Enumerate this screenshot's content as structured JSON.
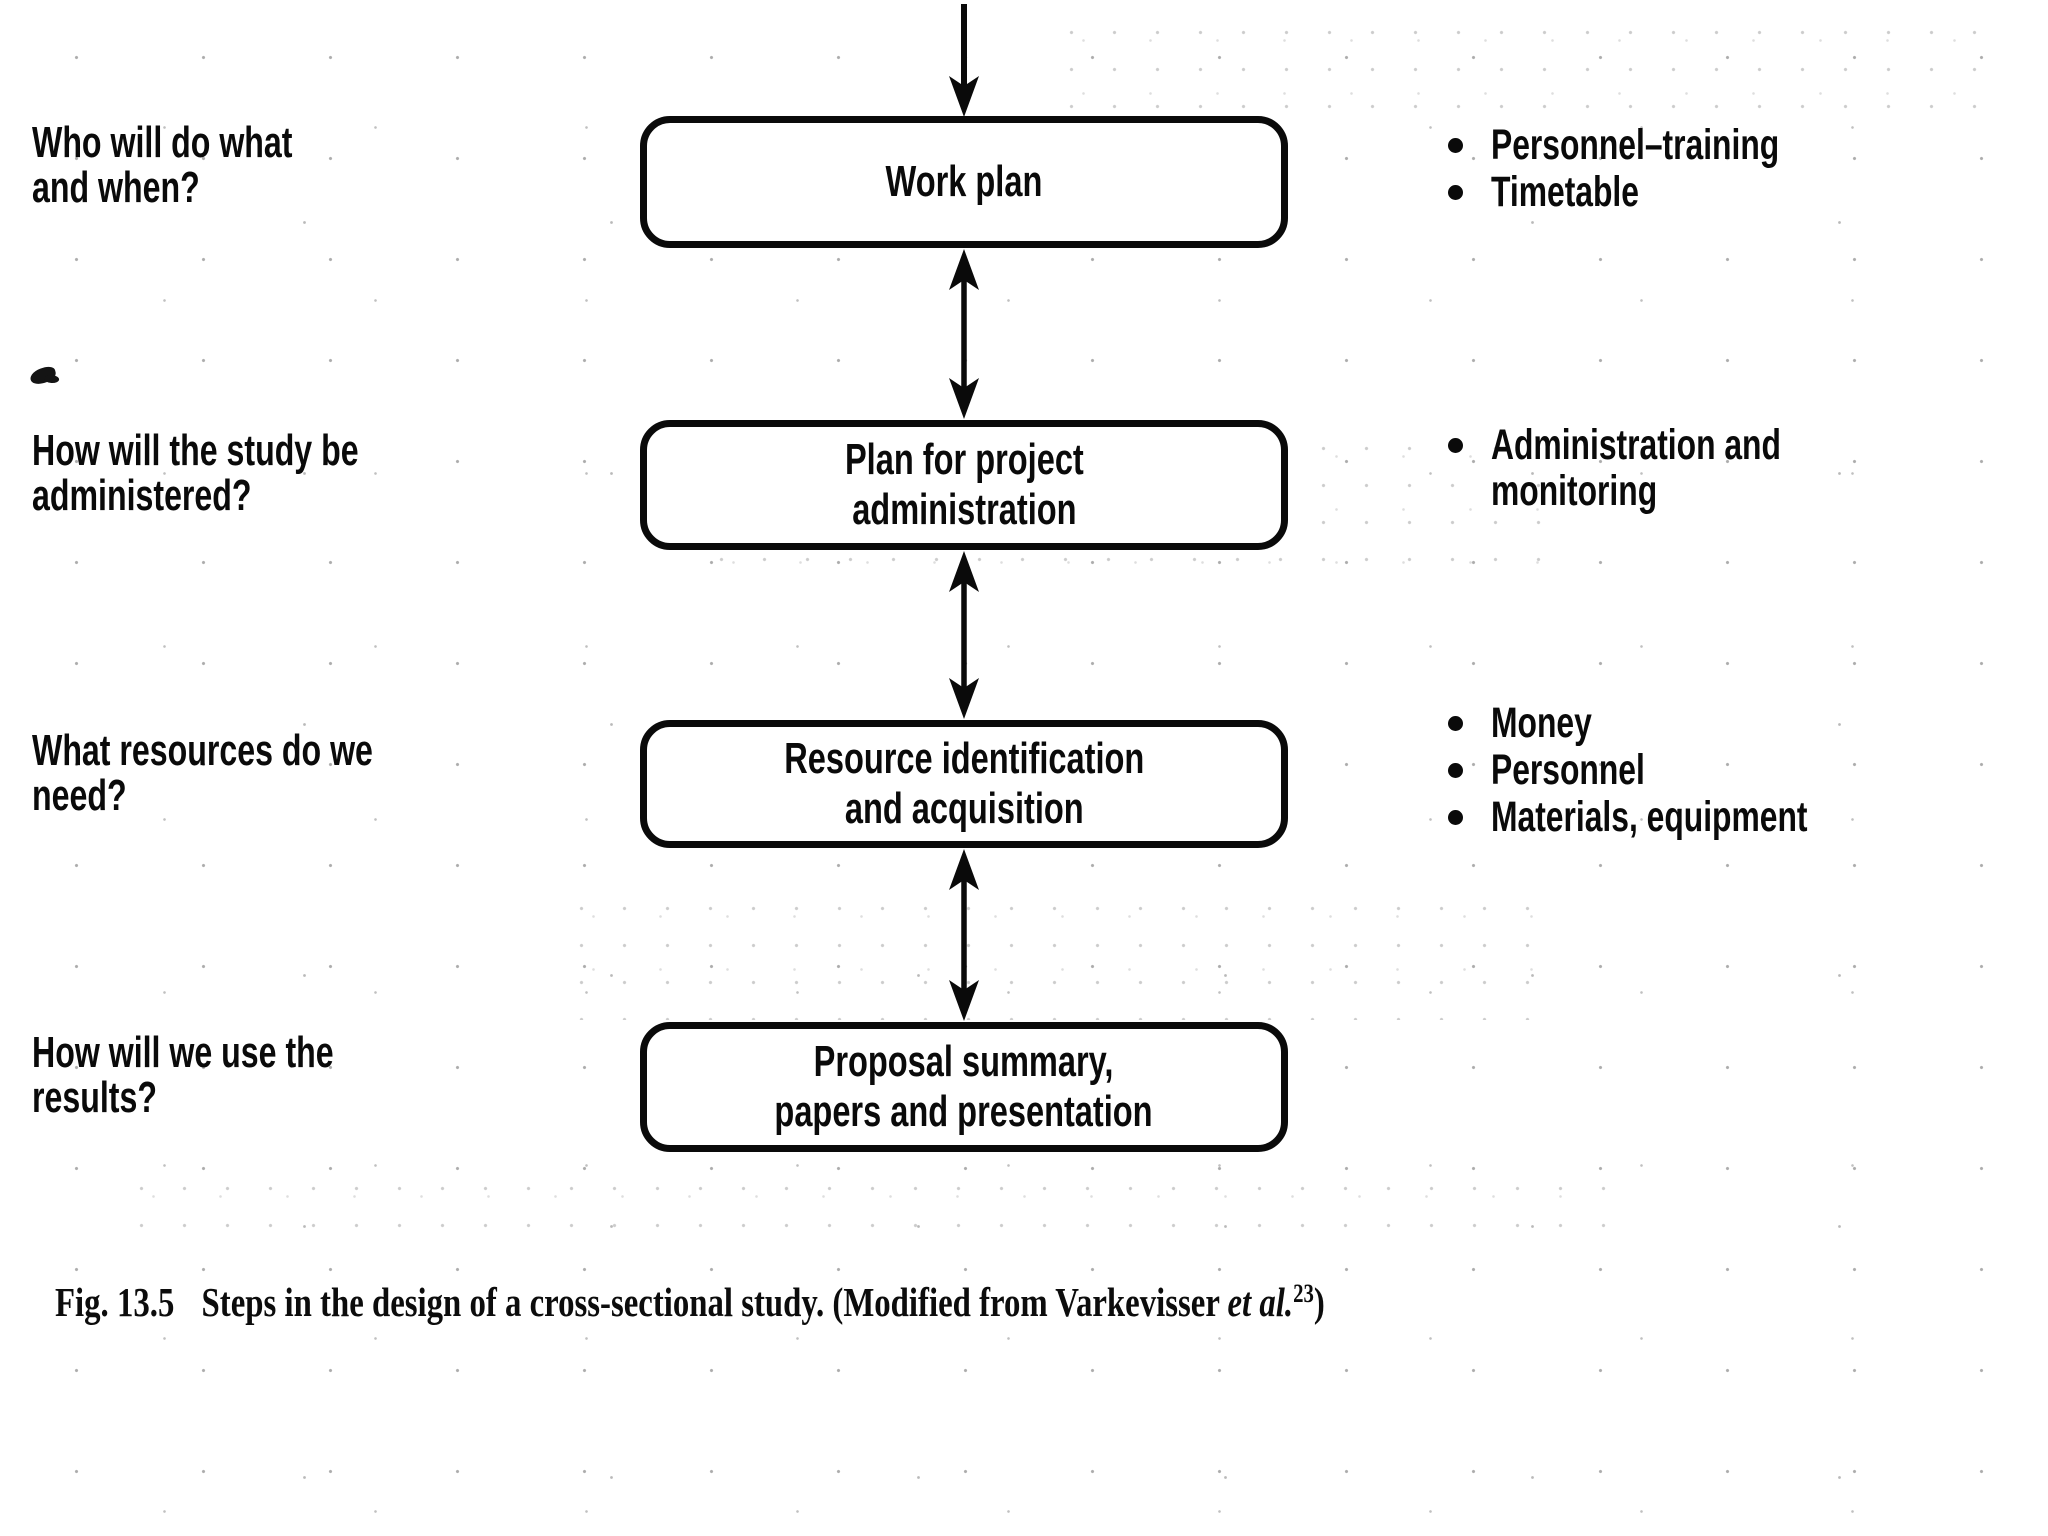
{
  "rows": [
    {
      "question": "Who will do what\nand when?",
      "box": "Work plan",
      "bullets": [
        "Personnel–training",
        "Timetable"
      ]
    },
    {
      "question": "How will the study be\nadministered?",
      "box": "Plan for project\nadministration",
      "bullets": [
        "Administration and\nmonitoring"
      ]
    },
    {
      "question": "What resources do we\nneed?",
      "box": "Resource identification\nand acquisition",
      "bullets": [
        "Money",
        "Personnel",
        "Materials, equipment"
      ]
    },
    {
      "question": "How will we use the\nresults?",
      "box": "Proposal summary,\npapers and presentation",
      "bullets": []
    }
  ],
  "caption": {
    "fig_label": "Fig. 13.5",
    "body": "Steps in the design of a cross-sectional study. (Modified from Varkevisser ",
    "et_al": "et al.",
    "reference": "23",
    "close_paren": ")"
  },
  "colors": {
    "ink": "#0a0a0a",
    "paper": "#ffffff"
  }
}
